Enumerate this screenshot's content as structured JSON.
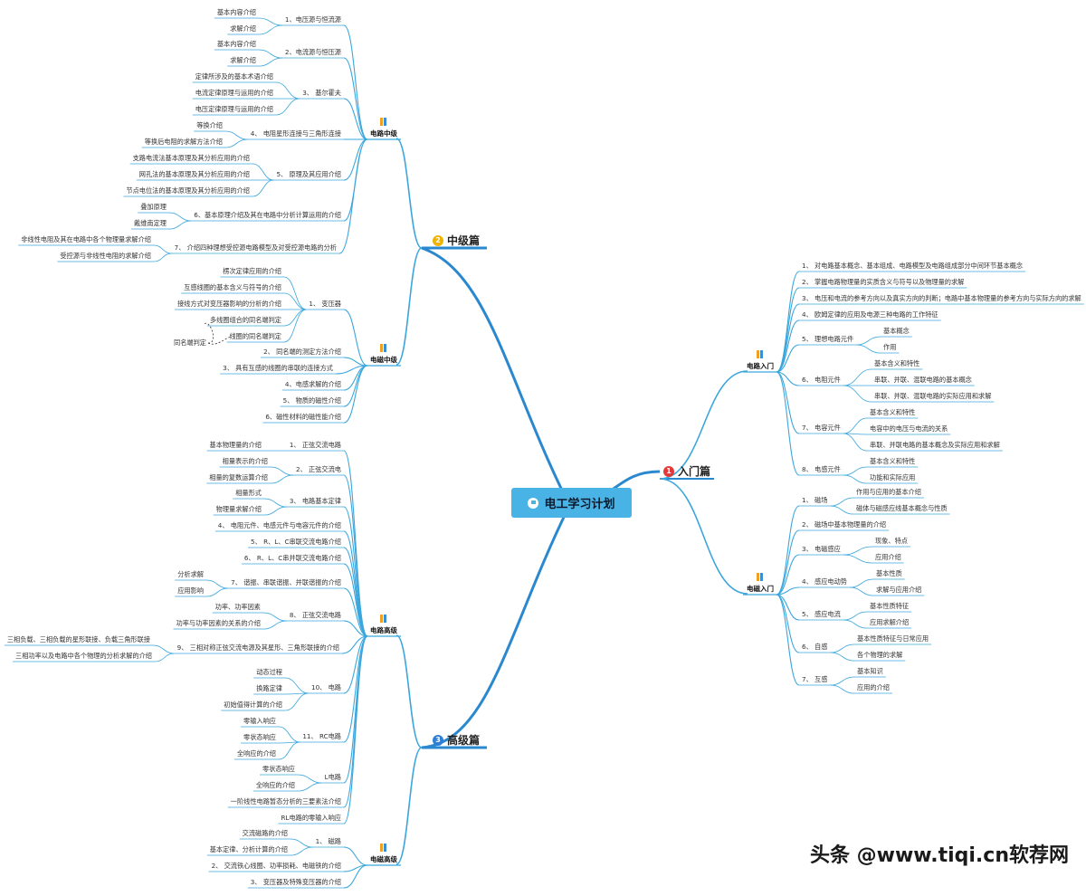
{
  "root": "电工学习计划",
  "colors": {
    "line_left": "#3aa6dd",
    "line_right": "#3aa6dd",
    "root_bg": "#4ab3e6",
    "badge1": "#e23a3a",
    "badge2": "#f0b400",
    "badge3": "#2e7fd6"
  },
  "sections": {
    "s1": {
      "badge": "1",
      "title": "入门篇"
    },
    "s2": {
      "badge": "2",
      "title": "中级篇"
    },
    "s3": {
      "badge": "3",
      "title": "高级篇"
    }
  },
  "hubs": {
    "h_dl_zj": "电路中级",
    "h_cl_zj": "电磁中级",
    "h_dl_gj": "电路高级",
    "h_cl_gj": "电磁高级",
    "h_dl_rm": "电路入门",
    "h_cl_rm": "电磁入门"
  },
  "nodes": {
    "a1": "1、电压源与恒流源",
    "a1a": "基本内容介绍",
    "a1b": "求解介绍",
    "a2": "2、电流源与恒压源",
    "a2a": "基本内容介绍",
    "a2b": "求解介绍",
    "a3": "3、 基尔霍夫",
    "a3a": "定律所涉及的基本术语介绍",
    "a3b": "电流定律原理与运用的介绍",
    "a3c": "电压定律原理与运用的介绍",
    "a4": "4、 电阻星形连接与三角形连接",
    "a4a": "等换介绍",
    "a4b": "等换后电阻的求解方法介绍",
    "a5": "5、 原理及其应用介绍",
    "a5a": "支路电流法基本原理及其分析应用的介绍",
    "a5b": "网孔法的基本原理及其分析应用的介绍",
    "a5c": "节点电位法的基本原理及其分析应用的介绍",
    "a6": "6、基本原理介绍及其在电路中分析计算运用的介绍",
    "a6a": "叠加原理",
    "a6b": "戴维南定理",
    "a7": "7、 介绍四种理想受控源电路模型及对受控源电路的分析",
    "a7a": "非线性电阻及其在电路中各个物理量求解介绍",
    "a7b": "受控源与非线性电阻的求解介绍",
    "b1": "1、 变压器",
    "b1a": "楞次定律应用的介绍",
    "b1b": "互感线圈的基本含义与符号的介绍",
    "b1c": "接线方式对变压器影响的分析的介绍",
    "b1d": "多线圈组合的同名端判定",
    "b1e": "线圈的同名端判定",
    "b1x": "同名端判定",
    "b2": "2、 同名端的测定方法介绍",
    "b3": "3、 具有互感的线圈的串联的连接方式",
    "b4": "4、电感求解的介绍",
    "b5": "5、 物质的磁性介绍",
    "b6": "6、磁性材料的磁性能介绍",
    "c1": "1、 正弦交流电路",
    "c1a": "基本物理量的介绍",
    "c2": "2、 正弦交流电",
    "c2a": "相量表示的介绍",
    "c2b": "相量的复数运算介绍",
    "c3": "3、 电路基本定律",
    "c3a": "相量形式",
    "c3b": "物理量求解介绍",
    "c4": "4、 电阻元件、电感元件与电容元件的介绍",
    "c5": "5、 R、L、C串联交流电路介绍",
    "c6": "6、 R、L、C串并联交流电路介绍",
    "c7": "7、 谐振、串联谐振、并联谐振的介绍",
    "c7a": "分析求解",
    "c7b": "应用影响",
    "c8": "8、 正弦交流电路",
    "c8a": "功率、功率因素",
    "c8b": "功率与功率因素的关系的介绍",
    "c9": "9、 三相对称正弦交流电源及其星形、三角形联接的介绍",
    "c9a": "三相负载、三相负载的星形联接、负载三角形联接",
    "c9b": "三相功率以及电路中各个物理的分析求解的介绍",
    "c10": "10、 电路",
    "c10a": "动态过程",
    "c10b": "换路定律",
    "c10c": "初始值得计算的介绍",
    "c11": "11、 RC电路",
    "c11a": "零输入响应",
    "c11b": "零状态响应",
    "c11c": "全响应的介绍",
    "c12": "L电路",
    "c12a": "零状态响应",
    "c12b": "全响应的介绍",
    "c13": "一阶线性电路暂态分析的三要素法介绍",
    "c14": "RL电路的零输入响应",
    "d1": "1、 磁路",
    "d1a": "交流磁路的介绍",
    "d1b": "基本定律、分析计算的介绍",
    "d2": "2、 交流铁心线圈、功率损耗、电磁铁的介绍",
    "d3": "3、 变压器及特殊变压器的介绍",
    "e1": "1、 对电路基本概念、基本组成、电路模型及电路组成部分中间环节基本概念",
    "e2": "2、 掌握电路物理量的实质含义与符号以及物理量的求解",
    "e3": "3、 电压和电流的参考方向以及真实方向的判断；电路中基本物理量的参考方向与实际方向的求解",
    "e4": "4、 欧姆定律的应用及电源三种电路的工作特征",
    "e5": "5、 理想电路元件",
    "e5a": "基本概念",
    "e5b": "作用",
    "e6": "6、 电阻元件",
    "e6a": "基本含义和特性",
    "e6b": "串联、并联、混联电路的基本概念",
    "e6c": "串联、并联、混联电路的实际应用和求解",
    "e7": "7、 电容元件",
    "e7a": "基本含义和特性",
    "e7b": "电容中的电压与电流的关系",
    "e7c": "串联、并联电路的基本概念及实际应用和求解",
    "e8": "8、 电感元件",
    "e8a": "基本含义和特性",
    "e8b": "功能和实际应用",
    "f1": "1、 磁场",
    "f1a": "作用与应用的基本介绍",
    "f1b": "磁体与磁感应线基本概念与性质",
    "f2": "2、 磁场中基本物理量的介绍",
    "f3": "3、 电磁感应",
    "f3a": "现象、特点",
    "f3b": "应用介绍",
    "f4": "4、 感应电动势",
    "f4a": "基本性质",
    "f4b": "求解与应用介绍",
    "f5": "5、 感应电流",
    "f5a": "基本性质特征",
    "f5b": "应用求解介绍",
    "f6": "6、 自感",
    "f6a": "基本性质特征与日常应用",
    "f6b": "各个物理的求解",
    "f7": "7、 互感",
    "f7a": "基本知识",
    "f7b": "应用的介绍"
  },
  "watermark": "头条 @www.tiqi.cn软荐网"
}
